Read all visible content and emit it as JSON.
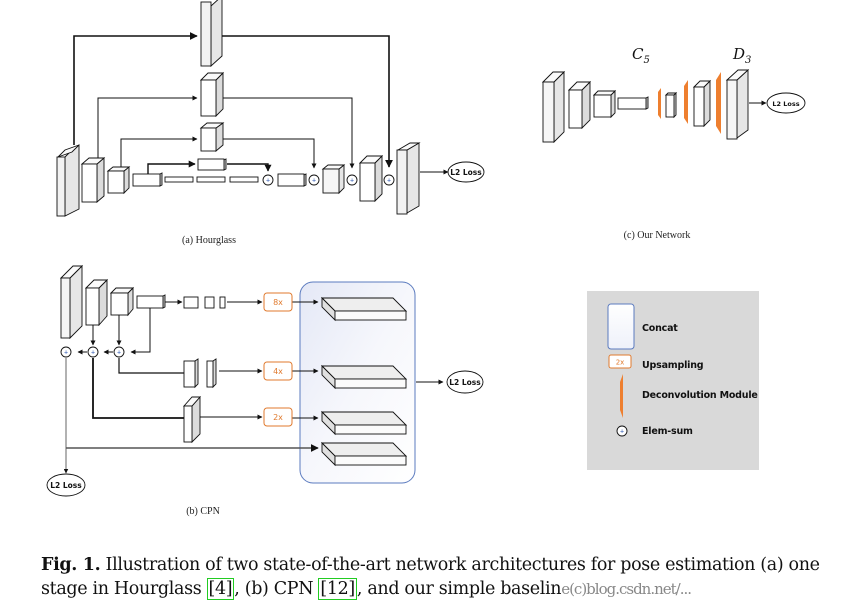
{
  "hourglass": {
    "caption": "(a) Hourglass",
    "loss_label": "L2 Loss",
    "sum_symbol": "+"
  },
  "cpn": {
    "caption": "(b) CPN",
    "loss_top_label": "L2 Loss",
    "loss_bottom_label": "L2 Loss",
    "upsample_labels": [
      "8x",
      "4x",
      "2x"
    ],
    "sum_symbol": "+"
  },
  "ours": {
    "caption": "(c) Our Network",
    "c_label": "C",
    "c_sub": "5",
    "d_label": "D",
    "d_sub": "3",
    "loss_label": "L2 Loss"
  },
  "legend": {
    "items": [
      {
        "icon": "concat-box",
        "label": "Concat"
      },
      {
        "icon": "upsampling-box",
        "symbol": "2x",
        "label": "Upsampling"
      },
      {
        "icon": "deconvolution-wedge",
        "label": "Deconvolution Module"
      },
      {
        "icon": "elem-sum-circle",
        "symbol": "+",
        "label": "Elem-sum"
      }
    ]
  },
  "colors": {
    "upsample_orange": "#e07a2e",
    "deconv_orange": "#ee7f2f",
    "concat_border": "#5b7bbf",
    "legend_bg": "#d9d9d9"
  },
  "caption": {
    "fig_label": "Fig. 1.",
    "text_1": " Illustration of two state-of-the-art network architectures for pose estimation (a) one stage in Hourglass ",
    "cite_1": "[4]",
    "text_2": ", (b) CPN ",
    "cite_2": "[12]",
    "text_3": ", and our simple baselin",
    "watermark": "e(c)blog.csdn.net/..."
  }
}
